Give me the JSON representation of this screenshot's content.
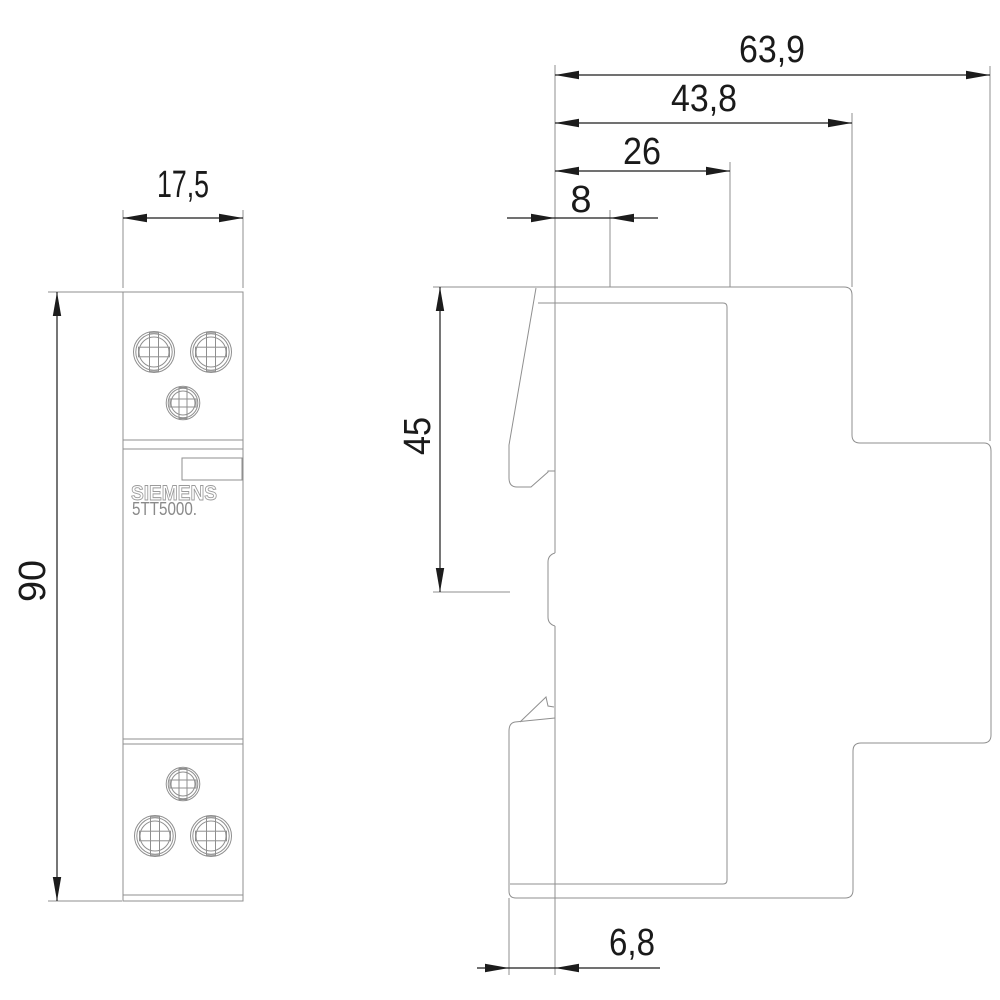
{
  "front_view": {
    "brand_label": "SIEMENS",
    "model_label": "5TT5000.",
    "width": "17,5",
    "height": "90"
  },
  "side_view": {
    "overall_depth": "63,9",
    "rear_step_depth": "43,8",
    "front_body_depth": "26",
    "top_recess_offset": "8",
    "upper_section_height": "45",
    "bottom_front_offset": "6,8"
  },
  "colors": {
    "background": "#ffffff",
    "outline_lines": "#8f8f8f",
    "dimension_lines": "#1c1c1c",
    "dimension_text": "#1a1a1a",
    "model_text": "#8a8a8a"
  }
}
